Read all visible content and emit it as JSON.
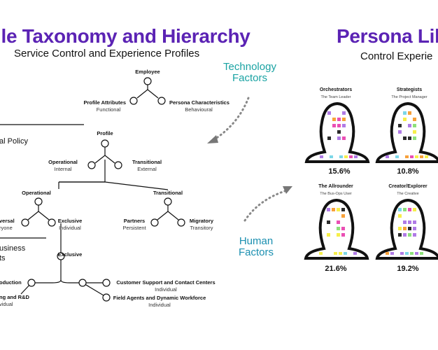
{
  "left": {
    "title": "ile Taxonomy and Hierarchy",
    "subtitle": "Service Control and Experience Profiles",
    "nodes": {
      "employee": "Employee",
      "profile_attributes": "Profile Attributes",
      "functional": "Functional",
      "persona_characteristics": "Persona Characteristics",
      "behavioural": "Behavioural",
      "profile": "Profile",
      "operational_top": "Operational",
      "internal": "Internal",
      "transitional_top": "Transitional",
      "external": "External",
      "operational": "Operational",
      "transitional": "Transitional",
      "versal": "versal",
      "ryone": "ryone",
      "exclusive": "Exclusive",
      "individual": "Individual",
      "partners": "Partners",
      "persistent": "Persistent",
      "migratory": "Migratory",
      "transitory": "Transitory",
      "exclusive_sub": "Exclusive",
      "production": "oduction",
      "rnd": "ng and R&D",
      "rnd_sub": "vidual",
      "customer_support": "Customer Support and Contact Centers",
      "customer_support_sub": "Individual",
      "field_agents": "Field Agents and Dynamic Workforce",
      "field_agents_sub": "Individual"
    },
    "fragments": {
      "policy": "al Policy",
      "business": "usiness",
      "ts": "ts"
    }
  },
  "factors": {
    "technology": [
      "Technology",
      "Factors"
    ],
    "human": [
      "Human",
      "Factors"
    ],
    "technology_color": "#1aa3a3",
    "human_color": "#1a8fb0"
  },
  "right": {
    "title": "Persona Lil",
    "subtitle": "Control Experie",
    "personas": [
      {
        "name": "Orchestrators",
        "sub": "The Team Leader",
        "pct": "15.6%"
      },
      {
        "name": "Strategists",
        "sub": "The Project Manager",
        "pct": "10.8%"
      },
      {
        "name": "The Allrounder",
        "sub": "The Bus-Ops User",
        "pct": "21.6%"
      },
      {
        "name": "Creator/Explorer",
        "sub": "The Creative",
        "pct": "19.2%"
      }
    ]
  },
  "colors": {
    "accent": "#5b23b4",
    "sticky": [
      "#f6ef4a",
      "#ea4fb4",
      "#7cd7e8",
      "#b07be6",
      "#f7a13a",
      "#8de07a",
      "#2b2b2b"
    ]
  }
}
